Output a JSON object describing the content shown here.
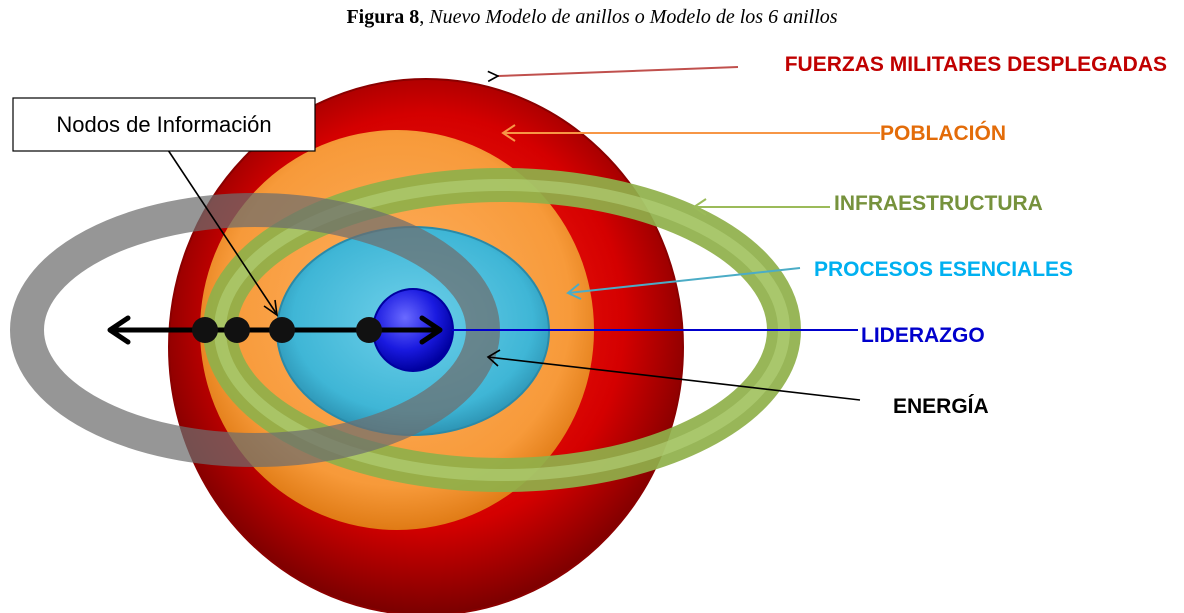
{
  "caption": {
    "number": "Figura 8",
    "separator": ",",
    "title": "Nuevo Modelo de anillos o Modelo de los 6 anillos"
  },
  "callout": {
    "text": "Nodos de Información"
  },
  "rings": [
    {
      "id": "fuerzas",
      "label": "FUERZAS MILITARES DESPLEGADAS",
      "color": "#C00000"
    },
    {
      "id": "poblacion",
      "label": "POBLACIÓN",
      "color": "#E36C09"
    },
    {
      "id": "infraestructura",
      "label": "INFRAESTRUCTURA",
      "color": "#76923C"
    },
    {
      "id": "procesos",
      "label": "PROCESOS ESENCIALES",
      "color": "#00B0F0"
    },
    {
      "id": "liderazgo",
      "label": "LIDERAZGO",
      "color": "#0000CC"
    },
    {
      "id": "energia",
      "label": "ENERGÍA",
      "color": "#000000"
    }
  ],
  "colors": {
    "red_ring": "#C00000",
    "orange_ring": "#F79646",
    "green_ring": "#9BBB59",
    "cyan_ring": "#4BACC6",
    "blue_core": "#1F1FD0",
    "gray_ring": "#7F7F7F"
  }
}
